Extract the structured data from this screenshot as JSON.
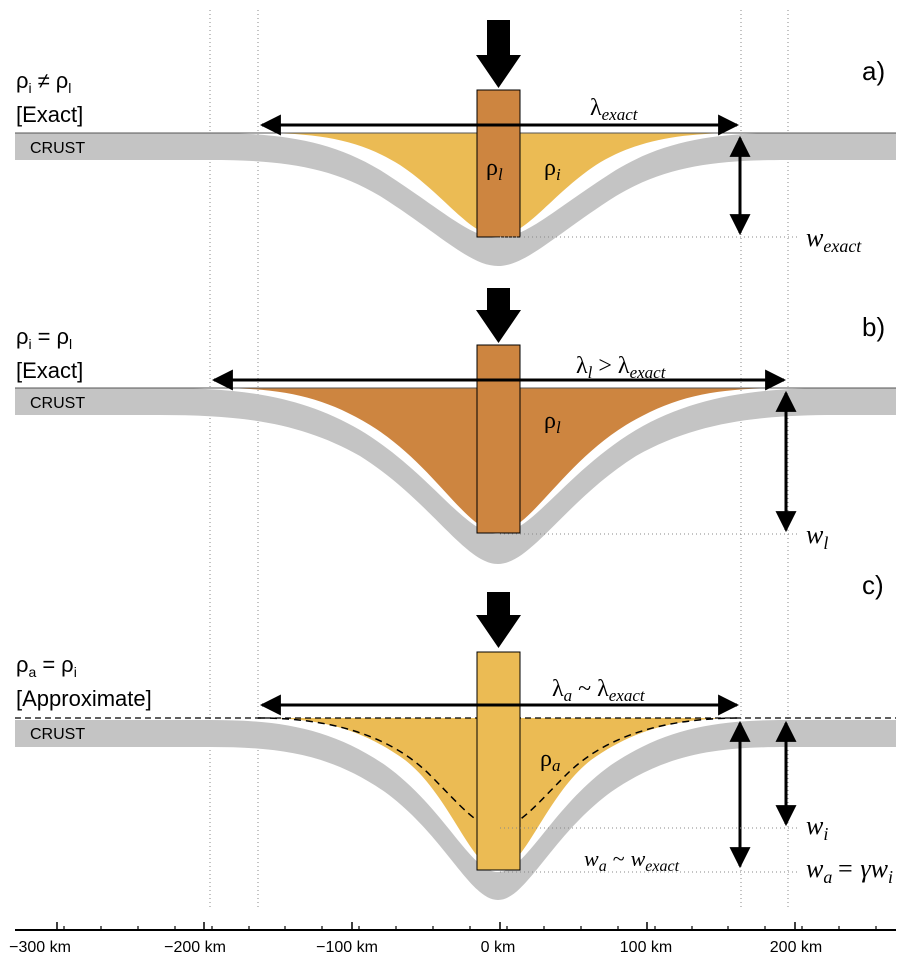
{
  "colors": {
    "crust": "#c4c4c4",
    "ice": "#ebbb54",
    "load": "#cd8540",
    "arrow": "#000000"
  },
  "panels": {
    "a": {
      "tag": "a)",
      "line1_rho": "ρ",
      "line1_s1": "i",
      "line1_op": "≠",
      "line1_rho2": "ρ",
      "line1_s2": "l",
      "line2": "[Exact]",
      "crust_label": "CRUST",
      "lambda": "λ",
      "lambda_sub": "exact",
      "rho_load": "ρ",
      "rho_load_sub": "l",
      "rho_fill": "ρ",
      "rho_fill_sub": "i",
      "w": "w",
      "w_sub": "exact"
    },
    "b": {
      "tag": "b)",
      "line1_rho": "ρ",
      "line1_s1": "i",
      "line1_op": "=",
      "line1_rho2": "ρ",
      "line1_s2": "l",
      "line2": "[Exact]",
      "crust_label": "CRUST",
      "lambda": "λ",
      "lambda_sub": "l",
      "lambda_rel": ">",
      "lambda2": "λ",
      "lambda2_sub": "exact",
      "rho_fill": "ρ",
      "rho_fill_sub": "l",
      "w": "w",
      "w_sub": "l"
    },
    "c": {
      "tag": "c)",
      "line1_rho": "ρ",
      "line1_s1": "a",
      "line1_op": "=",
      "line1_rho2": "ρ",
      "line1_s2": "i",
      "line2": "[Approximate]",
      "crust_label": "CRUST",
      "lambda": "λ",
      "lambda_sub": "a",
      "lambda_rel": "~",
      "lambda2": "λ",
      "lambda2_sub": "exact",
      "rho_fill": "ρ",
      "rho_fill_sub": "a",
      "wi": "w",
      "wi_sub": "i",
      "wa": "w",
      "wa_sub": "a",
      "wa_rel": "~",
      "wa2": "w",
      "wa2_sub": "exact",
      "wa_eq": "w",
      "wa_eq_sub": "a",
      "wa_eq_op": "= γw",
      "wa_eq_sub2": "i"
    }
  },
  "axis": {
    "ticks": [
      "−300 km",
      "−200 km",
      "−100 km",
      "0 km",
      "100 km",
      "200 km"
    ]
  }
}
